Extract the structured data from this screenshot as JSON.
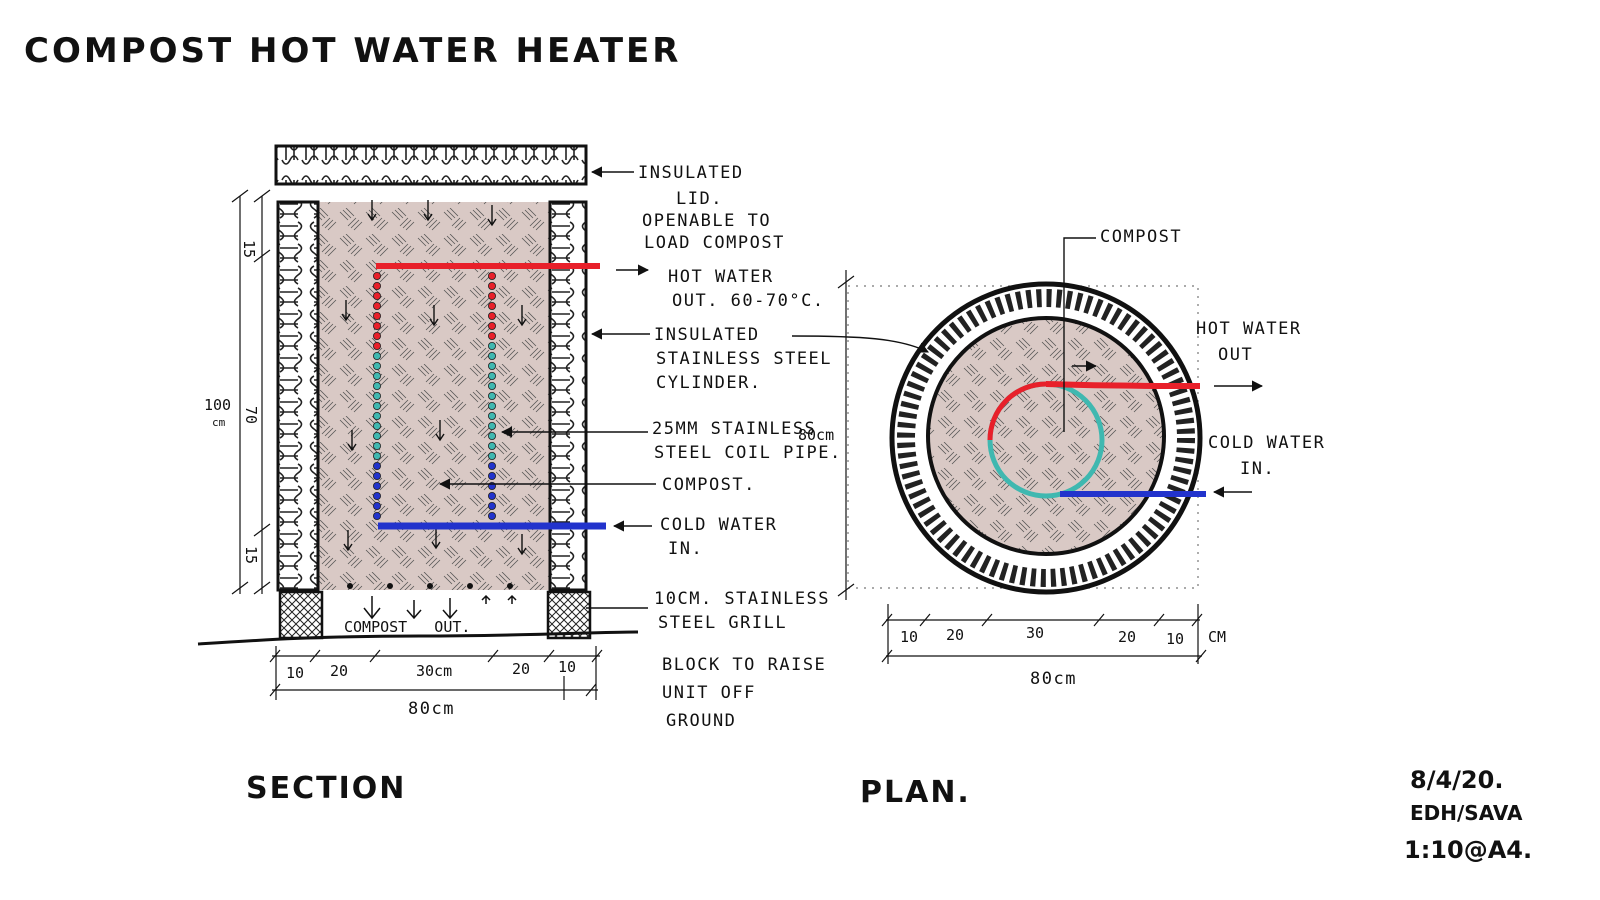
{
  "title": "COMPOST HOT WATER HEATER",
  "section": {
    "heading": "SECTION",
    "labels": {
      "lid": [
        "INSULATED",
        "LID."
      ],
      "openable": [
        "OPENABLE TO",
        "LOAD COMPOST"
      ],
      "hot": [
        "HOT WATER",
        "OUT. 60-70°C."
      ],
      "cylinder": [
        "INSULATED",
        "STAINLESS STEEL",
        "CYLINDER."
      ],
      "pipe": [
        "25MM STAINLESS",
        "STEEL COIL PIPE."
      ],
      "compost": "COMPOST.",
      "cold": [
        "COLD WATER",
        "IN."
      ],
      "grill": [
        "10CM. STAINLESS",
        "STEEL GRILL"
      ],
      "block": [
        "BLOCK TO RAISE",
        "UNIT OFF",
        "GROUND"
      ],
      "compost_out": "COMPOST   OUT."
    },
    "dims": {
      "total_height": [
        "100",
        "cm"
      ],
      "segments_vertical": [
        "15",
        "70",
        "15"
      ],
      "segments_horizontal": [
        "10",
        "20",
        "30cm",
        "20",
        "10"
      ],
      "total_width": "80cm"
    }
  },
  "plan": {
    "heading": "PLAN.",
    "labels": {
      "compost": "COMPOST",
      "hot": [
        "HOT WATER",
        "OUT"
      ],
      "cold": [
        "COLD WATER",
        "IN."
      ]
    },
    "dims": {
      "height": "80cm",
      "segments": [
        "10",
        "20",
        "30",
        "20",
        "10",
        "CM"
      ],
      "total_width": "80cm"
    }
  },
  "meta": {
    "date": "8/4/20.",
    "authors": "EDH/SAVA",
    "scale": "1:10@A4."
  },
  "colors": {
    "compost_fill": "#d9c9c5",
    "hot_pipe": "#e8202a",
    "cold_pipe": "#2233cc",
    "coil_mid": "#3fb8b0",
    "ink": "#111111"
  }
}
